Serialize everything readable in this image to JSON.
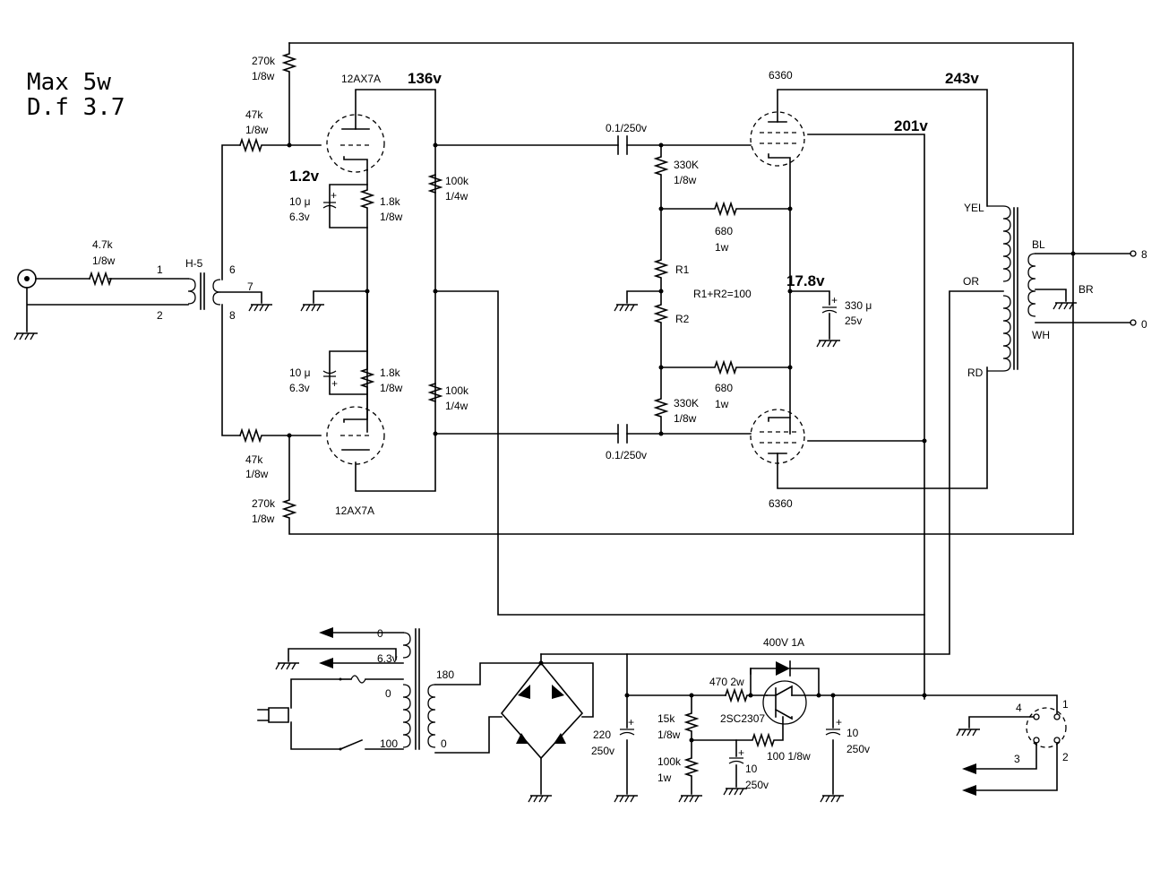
{
  "specs": {
    "max_power": "Max 5w",
    "damping": "D.f 3.7"
  },
  "voltages": {
    "v_12ax7_plate": "136v",
    "v_12ax7_cathode": "1.2v",
    "v_b_plus": "243v",
    "v_6360_plate": "201v",
    "v_6360_cathode": "17.8v"
  },
  "tubes": {
    "input_top": "12AX7A",
    "input_bottom": "12AX7A",
    "output_top": "6360",
    "output_bottom": "6360"
  },
  "input": {
    "r_series": [
      "4.7k",
      "1/8w"
    ],
    "transformer": "H-5",
    "pins": [
      "1",
      "2",
      "6",
      "7",
      "8"
    ]
  },
  "stage1": {
    "r_top_plate": [
      "270k",
      "1/8w"
    ],
    "r_top_grid": [
      "47k",
      "1/8w"
    ],
    "r_bot_grid": [
      "47k",
      "1/8w"
    ],
    "r_bot_plate": [
      "270k",
      "1/8w"
    ],
    "cap_top": [
      "10 μ",
      "6.3v"
    ],
    "cap_bot": [
      "10 μ",
      "6.3v"
    ],
    "rk_top": [
      "1.8k",
      "1/8w"
    ],
    "rk_bot": [
      "1.8k",
      "1/8w"
    ],
    "rl_top": [
      "100k",
      "1/4w"
    ],
    "rl_bot": [
      "100k",
      "1/4w"
    ]
  },
  "stage2": {
    "c_top": "0.1/250v",
    "c_bot": "0.1/250v",
    "rg_top": [
      "330K",
      "1/8w"
    ],
    "rg_bot": [
      "330K",
      "1/8w"
    ],
    "r680_top": [
      "680",
      "1w"
    ],
    "r680_bot": [
      "680",
      "1w"
    ],
    "r1": "R1",
    "r2": "R2",
    "r_note": "R1+R2=100",
    "ck": [
      "330 μ",
      "25v"
    ]
  },
  "output_transformer": {
    "yel": "YEL",
    "or": "OR",
    "rd": "RD",
    "bl": "BL",
    "br": "BR",
    "wh": "WH",
    "out8": "8",
    "out0": "0"
  },
  "power": {
    "heater_0": "0",
    "heater_63": "6.3v",
    "prim_0": "0",
    "prim_100": "100",
    "sec_180": "180",
    "sec_0": "0",
    "diode": "400V 1A",
    "c_in": [
      "220",
      "250v"
    ],
    "r_base_top": [
      "15k",
      "1/8w"
    ],
    "r_base_bot": [
      "100k",
      "1w"
    ],
    "r470": "470 2w",
    "transistor": "2SC2307",
    "c_mid": [
      "10",
      "250v"
    ],
    "r100": "100 1/8w",
    "c_out": [
      "10",
      "250v"
    ]
  },
  "connector": {
    "pins": [
      "4",
      "1",
      "3",
      "2"
    ]
  }
}
